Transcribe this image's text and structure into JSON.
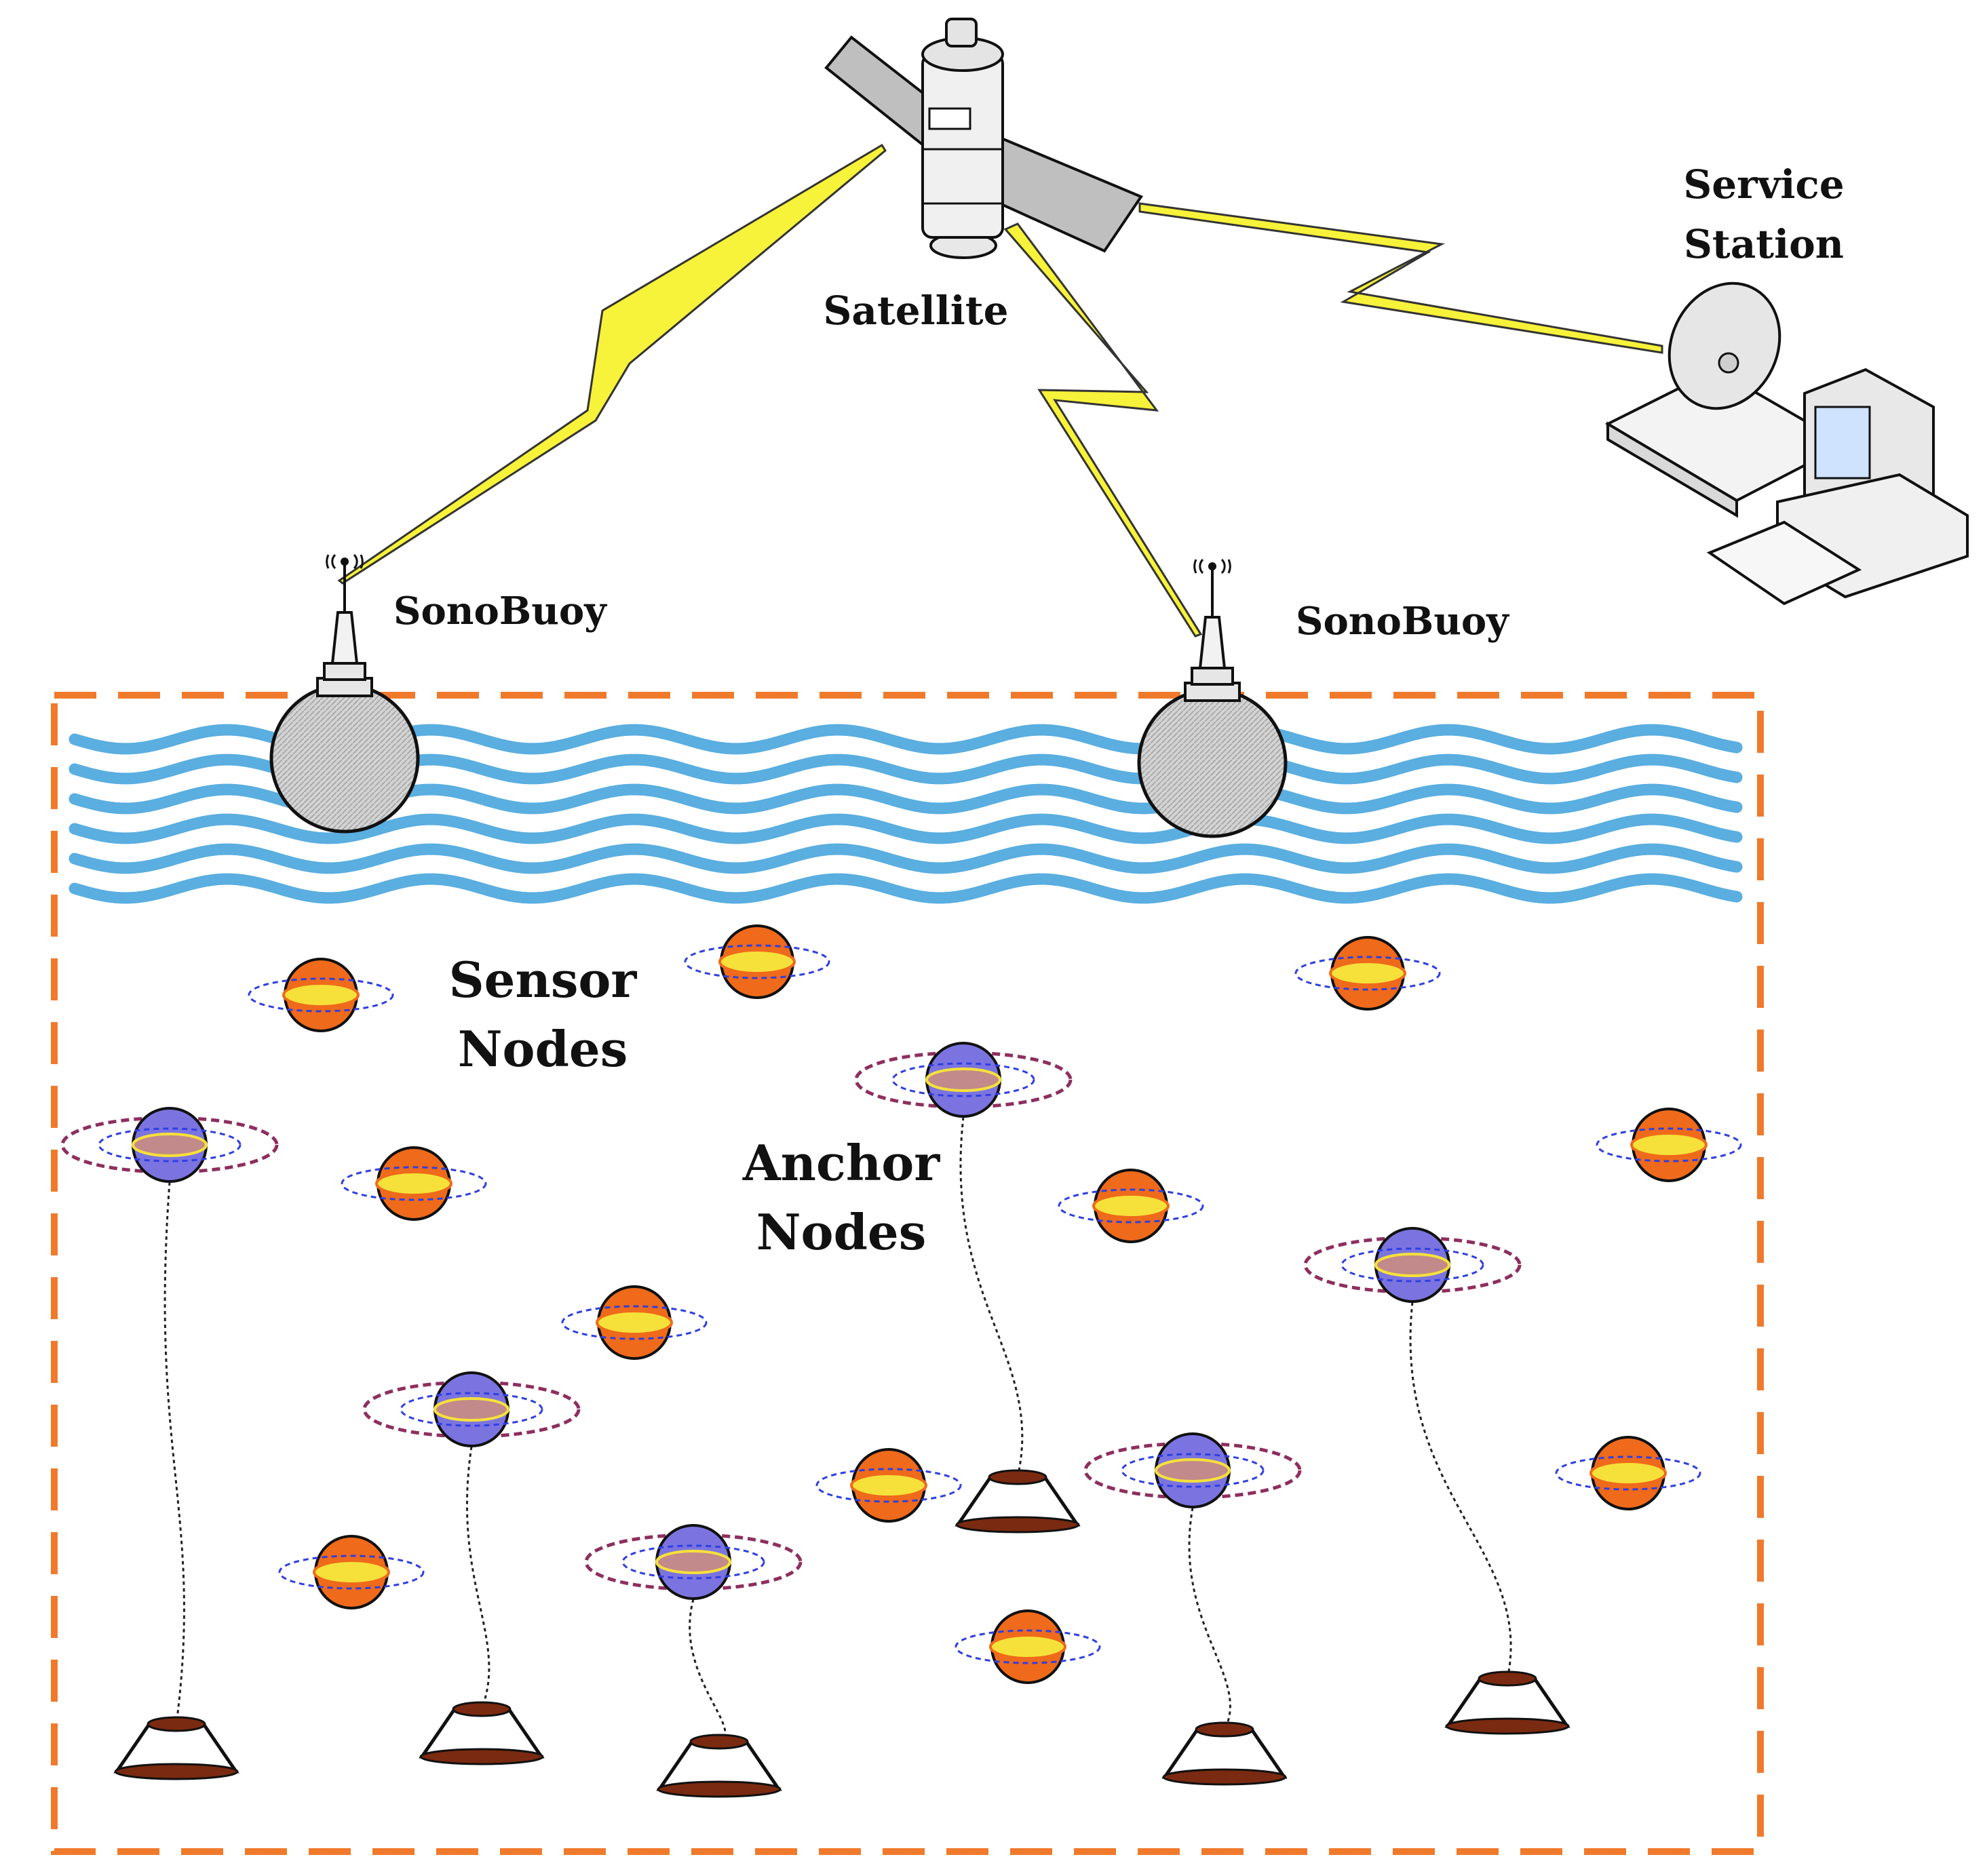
{
  "labels": {
    "satellite": "Satellite",
    "service_station_line1": "Service",
    "service_station_line2": "Station",
    "sonobuoy_left": "SonoBuoy",
    "sonobuoy_right": "SonoBuoy",
    "sensor_nodes_line1": "Sensor",
    "sensor_nodes_line2": "Nodes",
    "anchor_nodes_line1": "Anchor",
    "anchor_nodes_line2": "Nodes"
  },
  "colors": {
    "boundary": "#f07a2c",
    "water": "#5aaee0",
    "lightning": "#f7f23a",
    "sensor_node": "#ef6a1a",
    "sensor_band": "#f6e13a",
    "sensor_ring": "#2f3fe0",
    "anchor_node": "#7b74e0",
    "anchor_band": "#c28a8a",
    "anchor_outer_ring": "#8e2f5e",
    "anchor_base": "#7a2a10",
    "buoy_body": "#cfcfcf"
  },
  "icons": [
    "satellite-icon",
    "service-station-icon",
    "sonobuoy-icon",
    "sensor-node-icon",
    "anchor-node-icon",
    "anchor-weight-icon",
    "lightning-link-icon",
    "water-surface-icon"
  ]
}
